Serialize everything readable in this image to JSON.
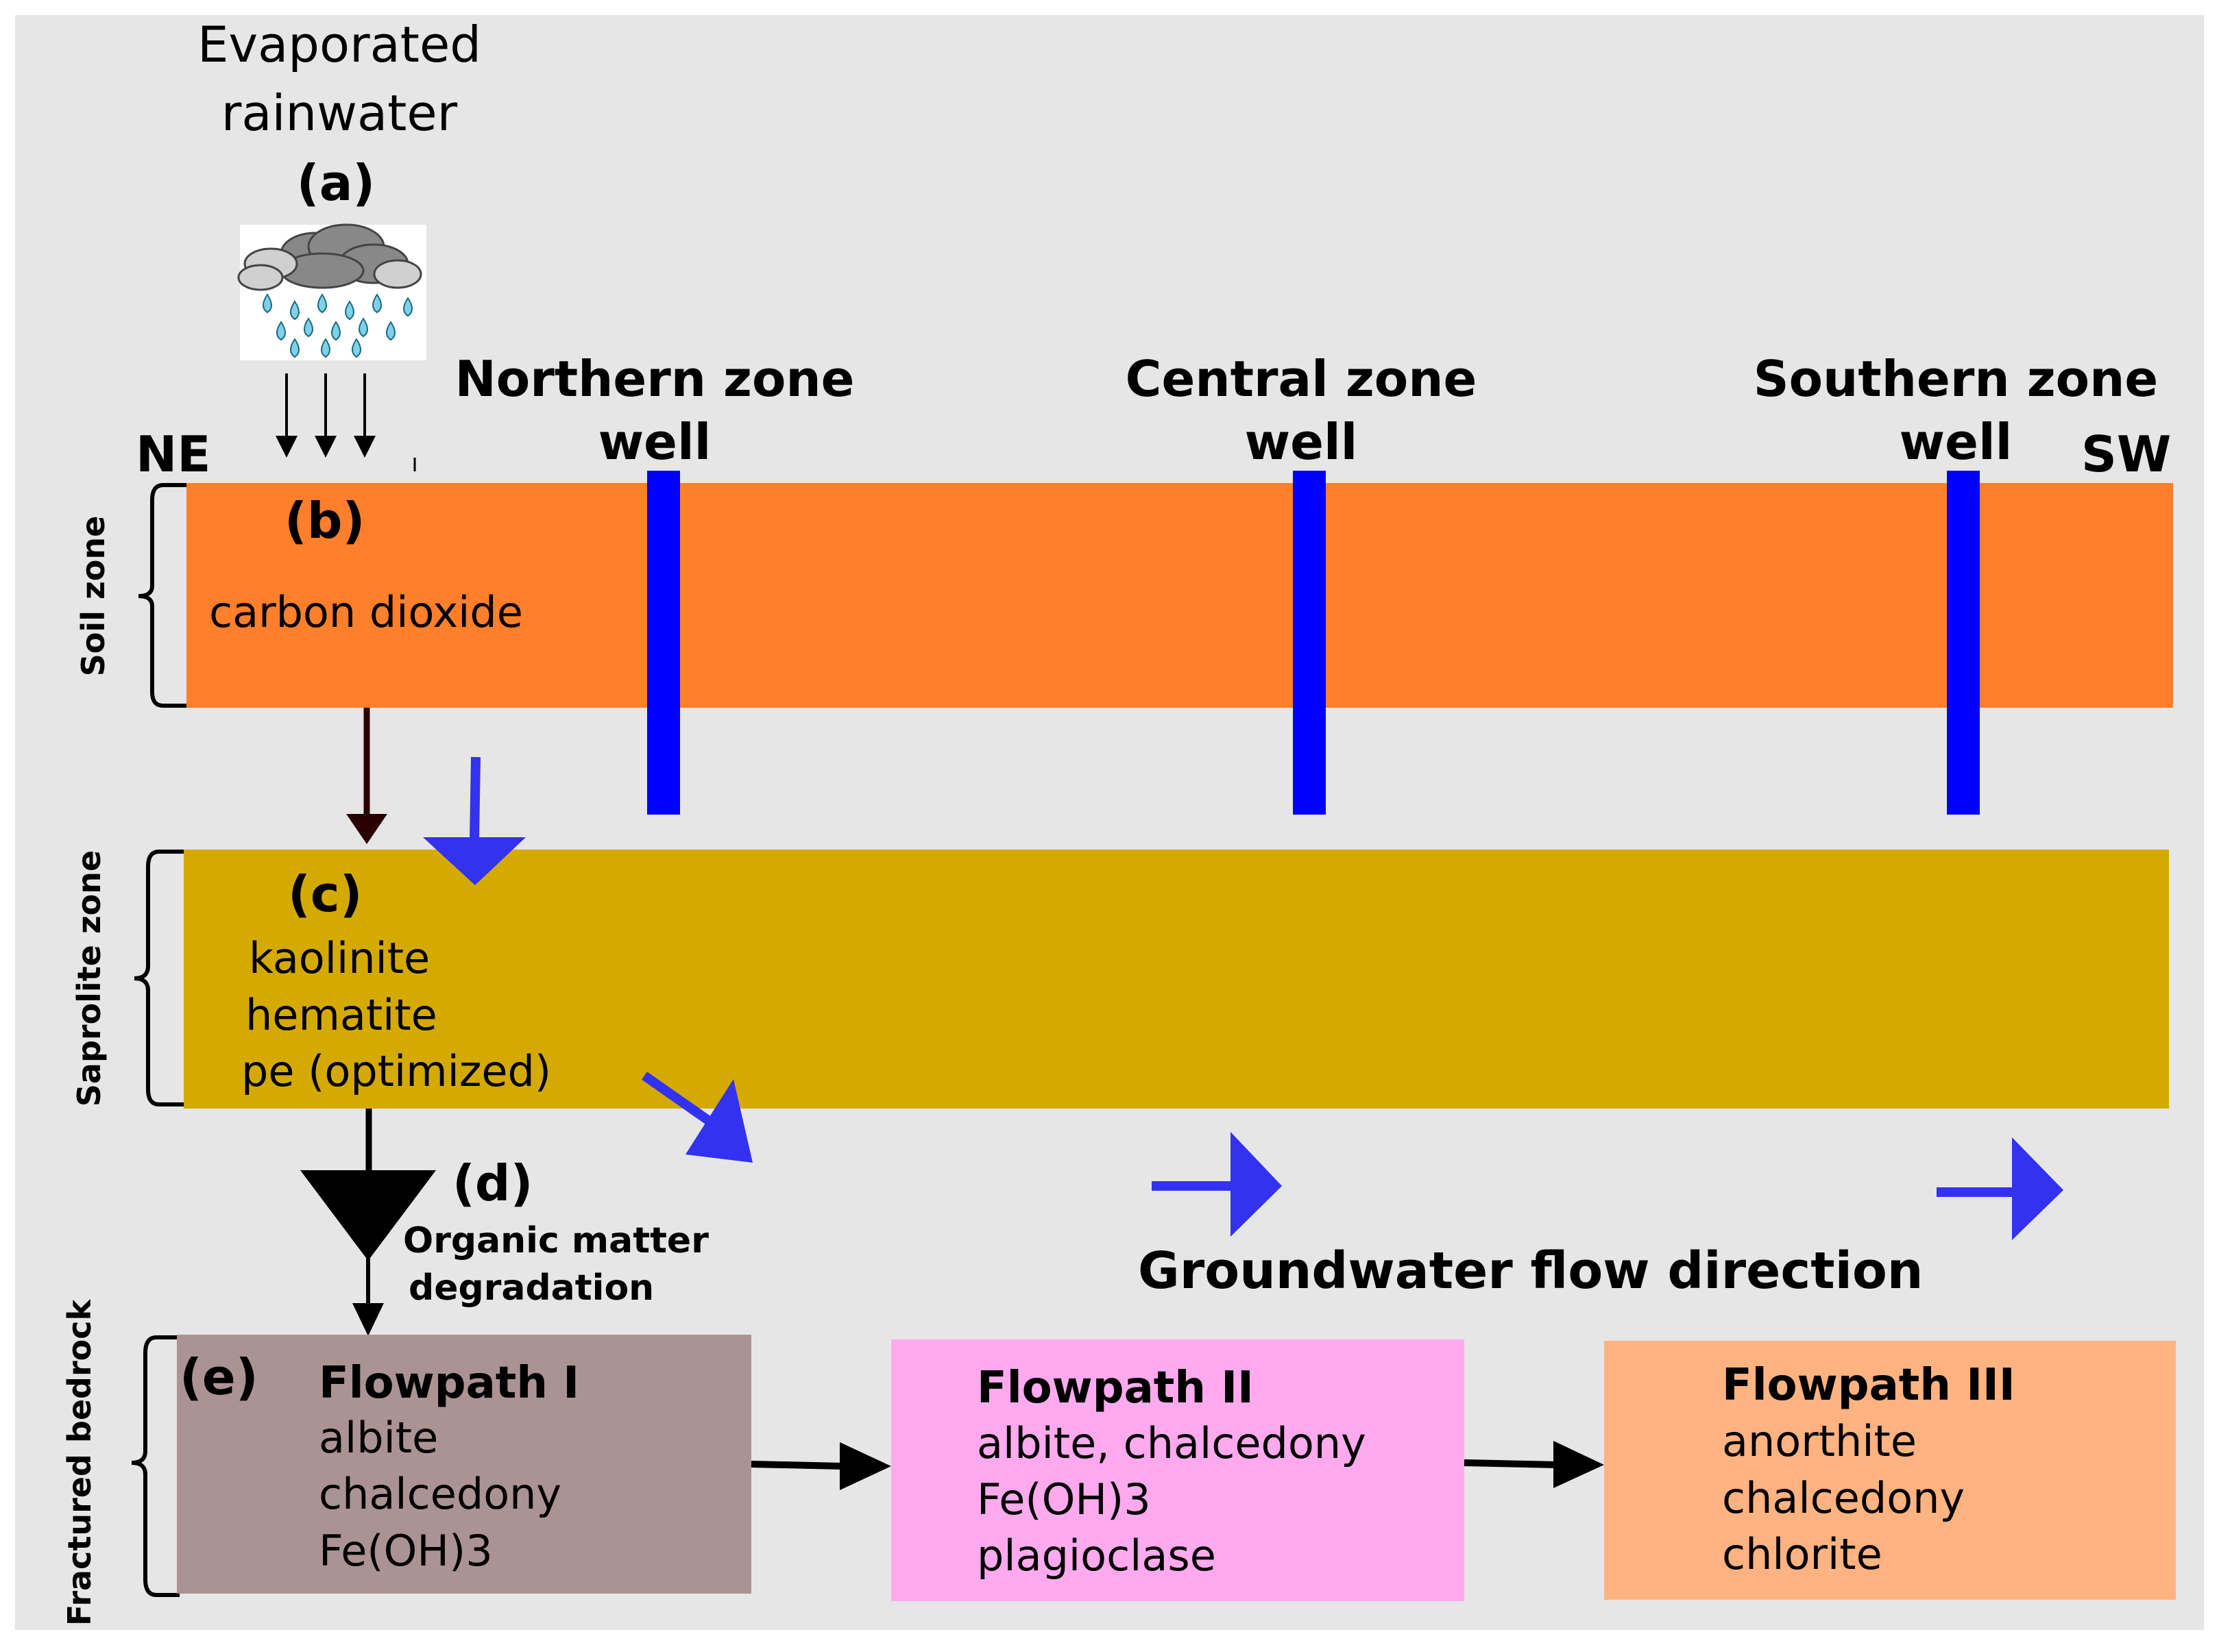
{
  "rain": {
    "title_line1": "Evaporated",
    "title_line2": "rainwater",
    "label": "(a)",
    "icon": "rain-cloud-icon"
  },
  "direction": {
    "ne": "NE",
    "sw": "SW"
  },
  "wells": {
    "northern": {
      "line1": "Northern zone",
      "line2": "well"
    },
    "central": {
      "line1": "Central zone",
      "line2": "well"
    },
    "southern": {
      "line1": "Southern zone",
      "line2": "well"
    }
  },
  "zones": {
    "soil": {
      "side_label": "Soil zone",
      "label": "(b)",
      "items": [
        "carbon dioxide"
      ]
    },
    "saprolite": {
      "side_label": "Saprolite zone",
      "label": "(c)",
      "items": [
        "kaolinite",
        "hematite",
        "pe (optimized)"
      ]
    },
    "bedrock": {
      "side_label": "Fractured bedrock",
      "label": "(e)"
    }
  },
  "degradation": {
    "label": "(d)",
    "line1": "Organic matter",
    "line2": "degradation"
  },
  "groundwater": {
    "text": "Groundwater flow direction"
  },
  "flowpaths": [
    {
      "title": "Flowpath I",
      "lines": [
        "albite",
        "chalcedony",
        "Fe(OH)3"
      ]
    },
    {
      "title": "Flowpath II",
      "lines": [
        "albite, chalcedony",
        "Fe(OH)3",
        "plagioclase"
      ]
    },
    {
      "title": "Flowpath III",
      "lines": [
        "anorthite",
        "chalcedony",
        "chlorite"
      ]
    }
  ],
  "colors": {
    "background": "#e6e6e6",
    "soil": "#ff7f2a",
    "saprolite": "#d4aa00",
    "well": "#0000ff",
    "flow_arrow": "#3232f0",
    "flowpath1": "#ac9393",
    "flowpath2": "#ffaaee",
    "flowpath3": "#ffb380"
  }
}
